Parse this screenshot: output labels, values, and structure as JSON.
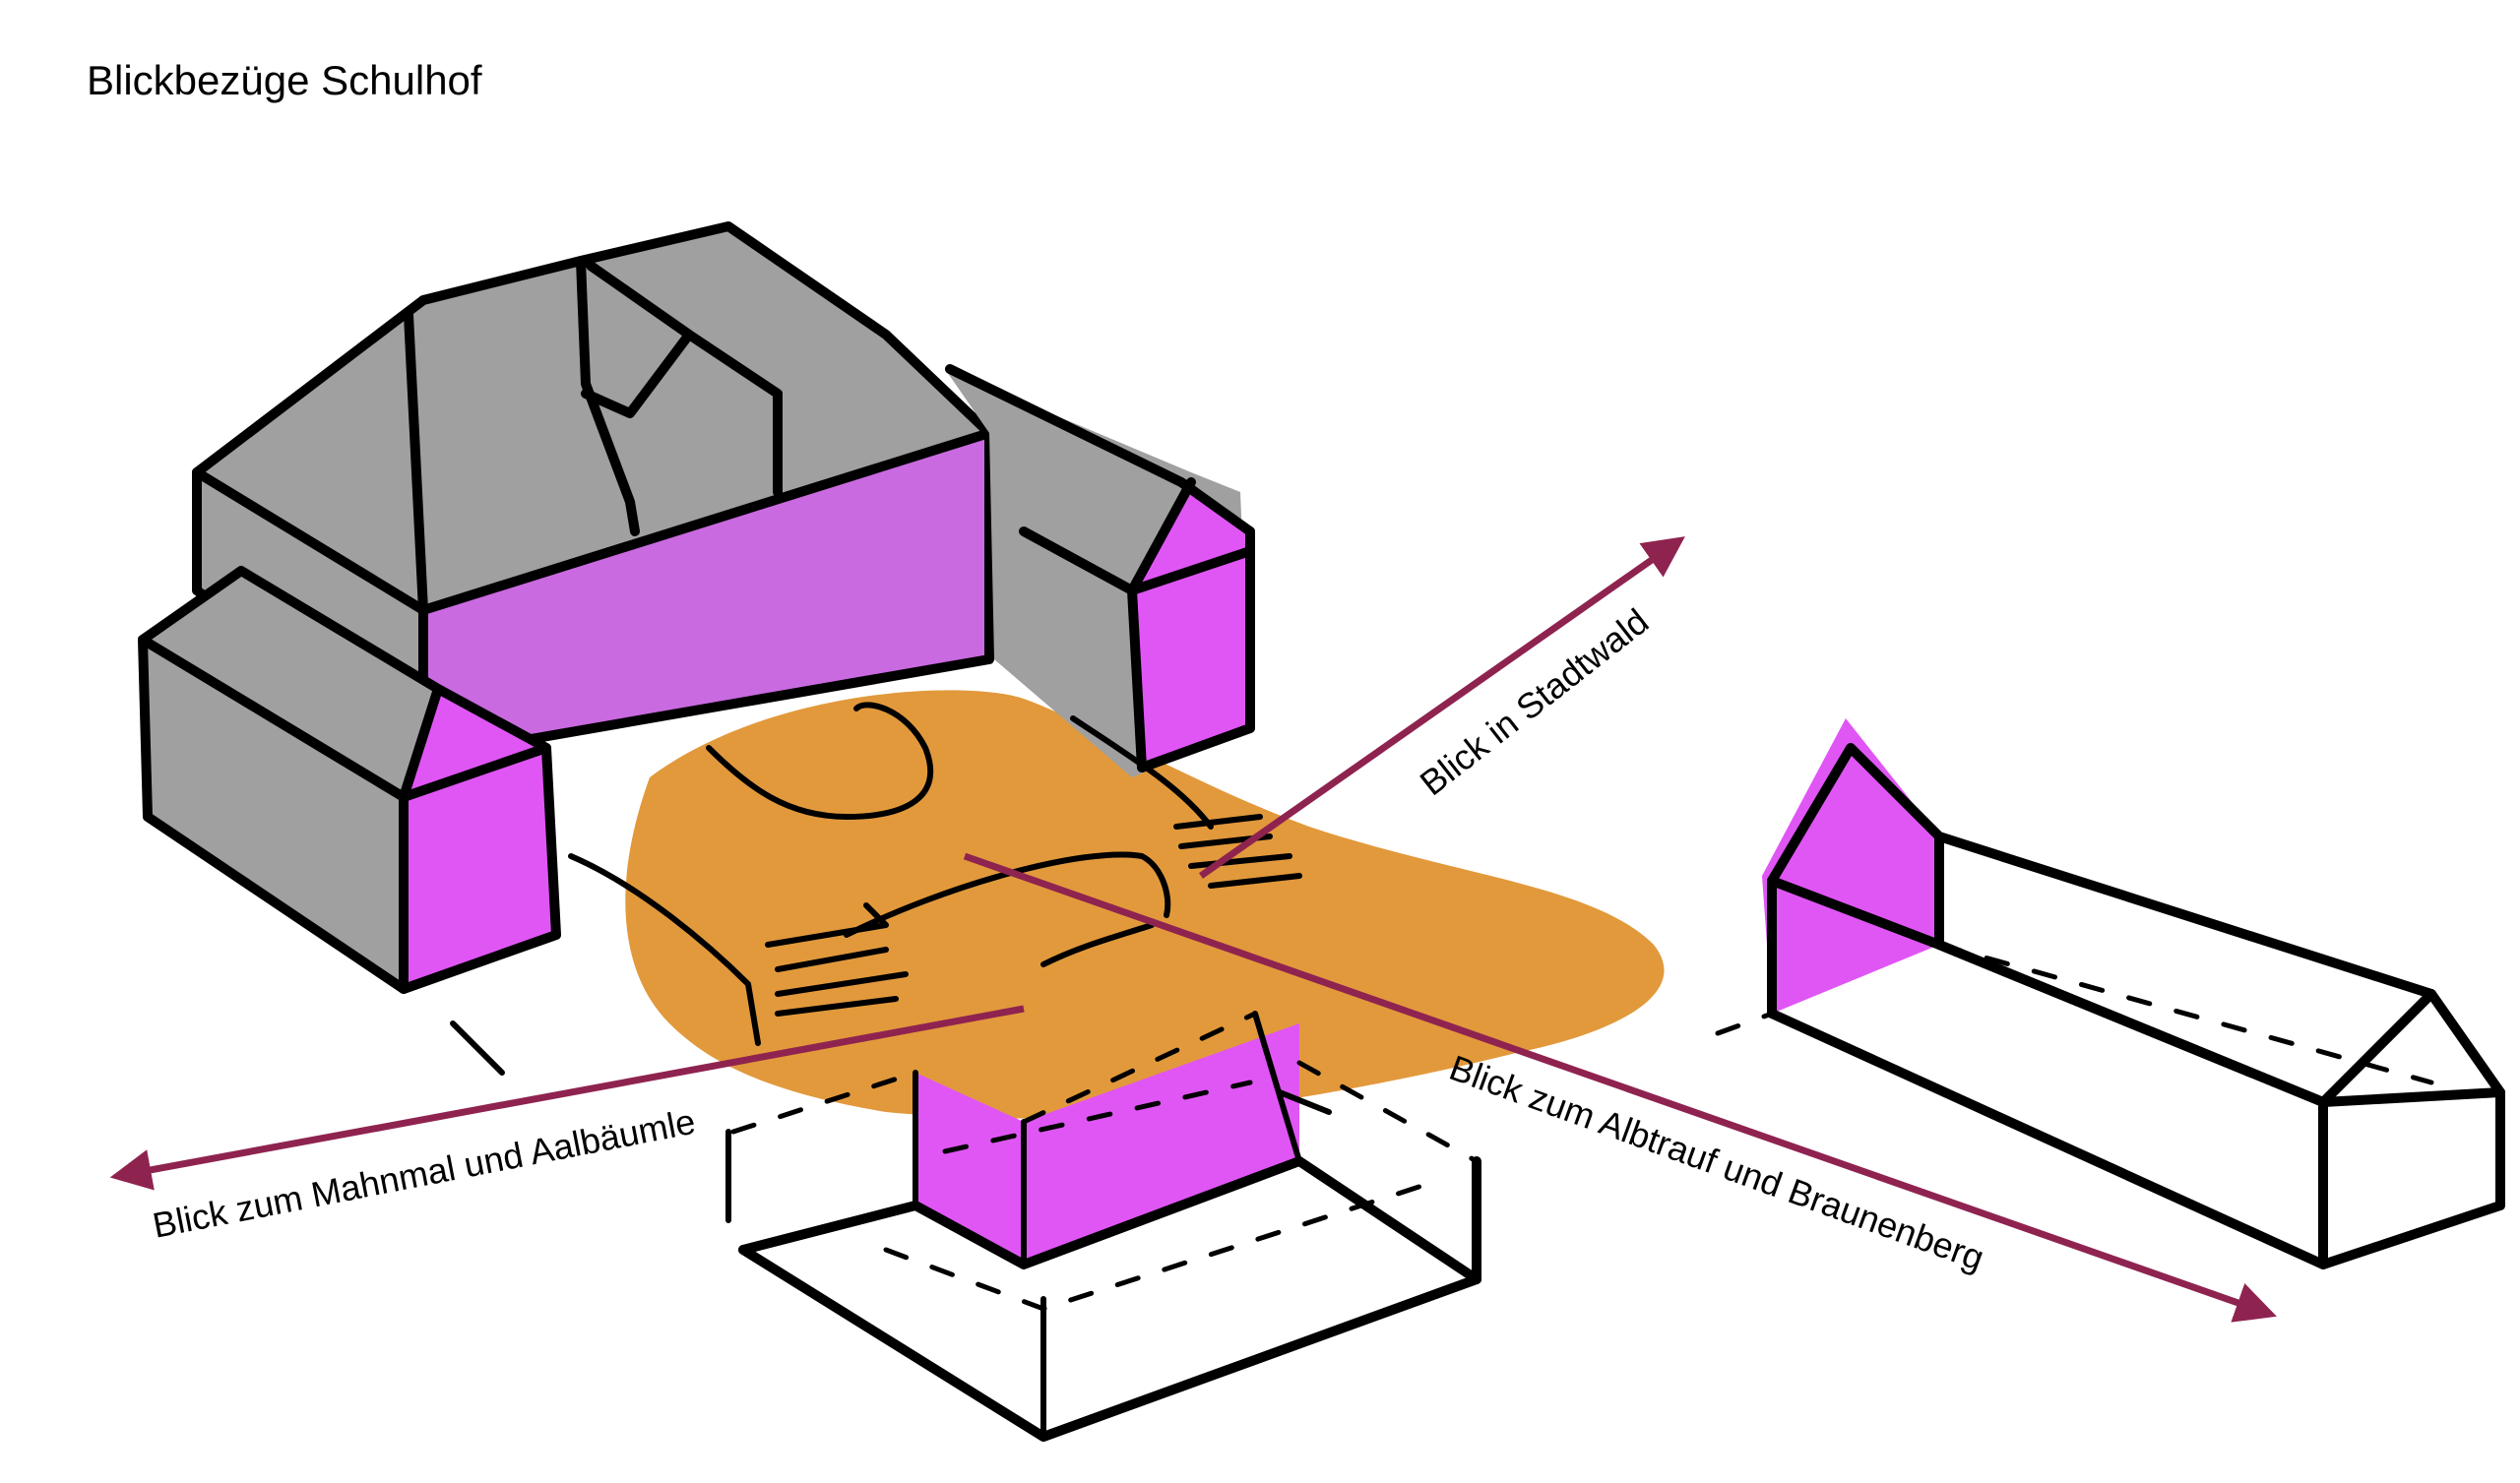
{
  "title": "Blickbezüge Schulhof",
  "labels": {
    "view_stadtwald": "Blick in Stadtwald",
    "view_mahnmal": "Blick zum Mahnmal und Aalbäumle",
    "view_albtrauf": "Blick zum Albtrauf und Braunenberg"
  },
  "colors": {
    "roof_grey": "#a0a0a0",
    "facade_magenta": "#e056f5",
    "facade_violet": "#c96ae0",
    "schoolyard_orange": "#e2993c",
    "view_arrow": "#8f2350",
    "ink": "#000000"
  }
}
